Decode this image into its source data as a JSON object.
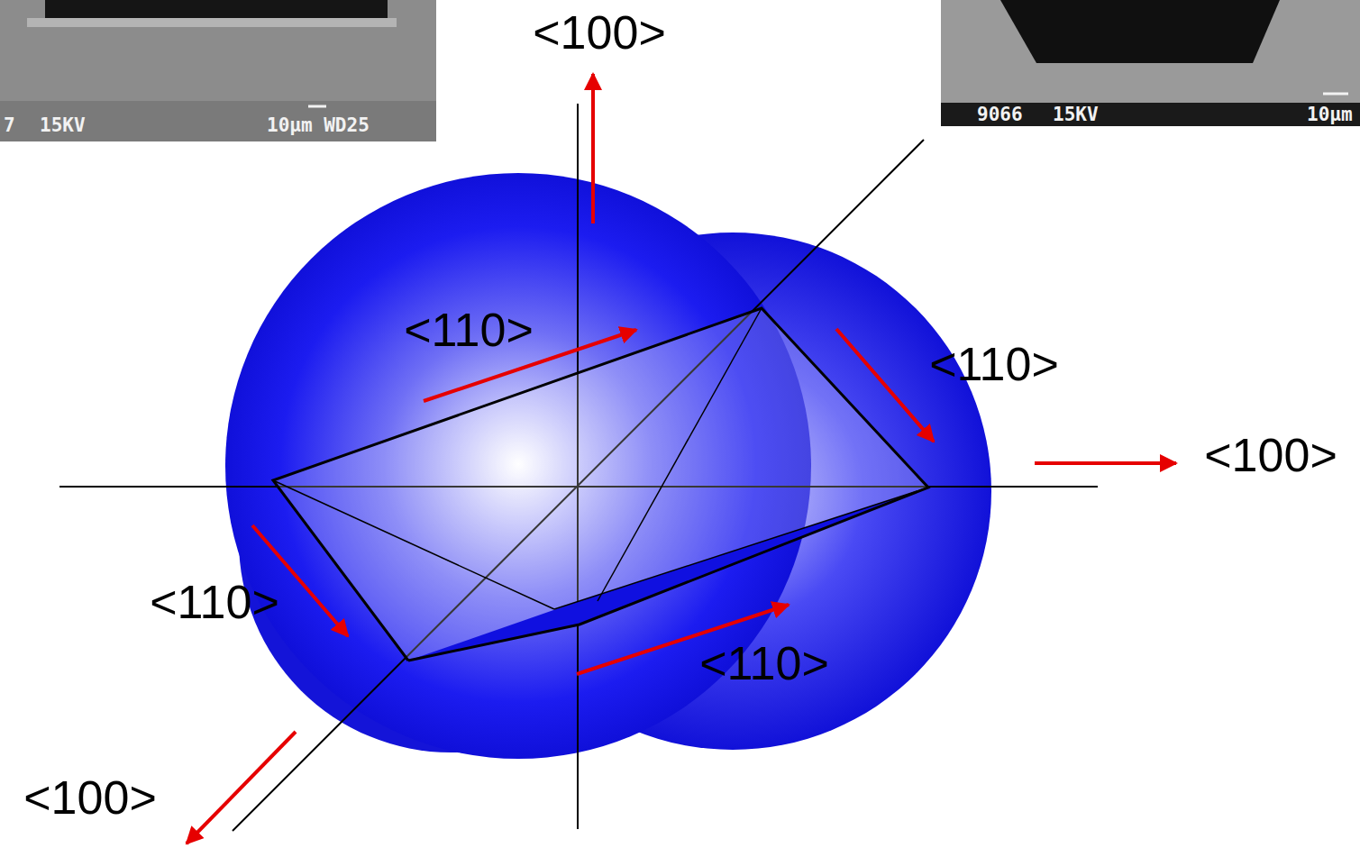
{
  "diagram": {
    "labels": [
      "7",
      "15KV",
      "10μm WD25",
      "9066",
      "15KV",
      "10μm",
      "<100>",
      "<110>",
      "<110>",
      "<100>",
      "<110>",
      "<110>",
      "<100>"
    ]
  }
}
